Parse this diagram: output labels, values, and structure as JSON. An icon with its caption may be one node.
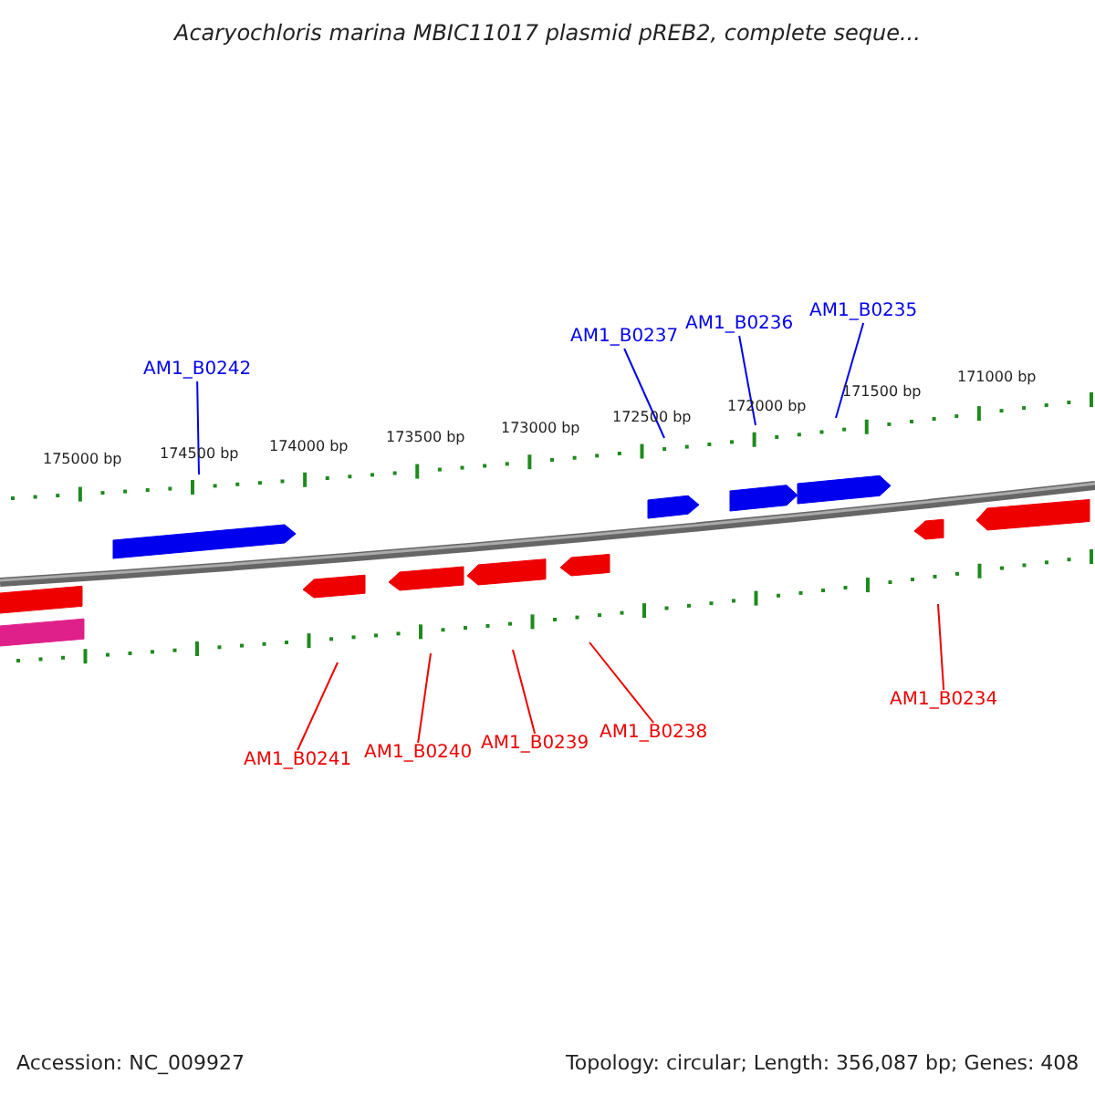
{
  "diagram": {
    "title": "Acaryochloris marina MBIC11017 plasmid pREB2, complete seque...",
    "nodes": [
      {
        "text": [
          "AM1_B0242"
        ]
      },
      {
        "text": [
          "AM1_B0237"
        ]
      },
      {
        "text": [
          "AM1_B0236"
        ]
      },
      {
        "text": [
          "AM1_B0235"
        ]
      },
      {
        "text": [
          "AM1_B0241"
        ]
      },
      {
        "text": [
          "AM1_B0240"
        ]
      },
      {
        "text": [
          "AM1_B0239"
        ]
      },
      {
        "text": [
          "AM1_B0238"
        ]
      },
      {
        "text": [
          "AM1_B0234"
        ]
      },
      {
        "text": [],
        "shape": "line"
      },
      {
        "text": [],
        "shape": "line"
      }
    ],
    "edges": [
      {
        "from": 0,
        "to": 9,
        "arrow": "none",
        "color": "#0000ee"
      },
      {
        "from": 1,
        "to": 9,
        "arrow": "none",
        "color": "#0000ee"
      },
      {
        "from": 2,
        "to": 9,
        "arrow": "none",
        "color": "#0000ee"
      },
      {
        "from": 3,
        "to": 9,
        "arrow": "none",
        "color": "#0000ee"
      },
      {
        "from": 4,
        "to": 10,
        "arrow": "none"
      },
      {
        "from": 5,
        "to": 10,
        "arrow": "none"
      },
      {
        "from": 6,
        "to": 10,
        "arrow": "none"
      },
      {
        "from": 7,
        "to": 10,
        "arrow": "none"
      },
      {
        "from": 8,
        "to": 10,
        "arrow": "none"
      }
    ],
    "labels": [
      "175000 bp",
      "174500 bp",
      "174000 bp",
      "173500 bp",
      "173000 bp",
      "172500 bp",
      "172000 bp",
      "171500 bp",
      "171000 bp",
      "Accession: NC_009927",
      "Topology: circular; Length: 356,087 bp; Genes: 408"
    ]
  }
}
